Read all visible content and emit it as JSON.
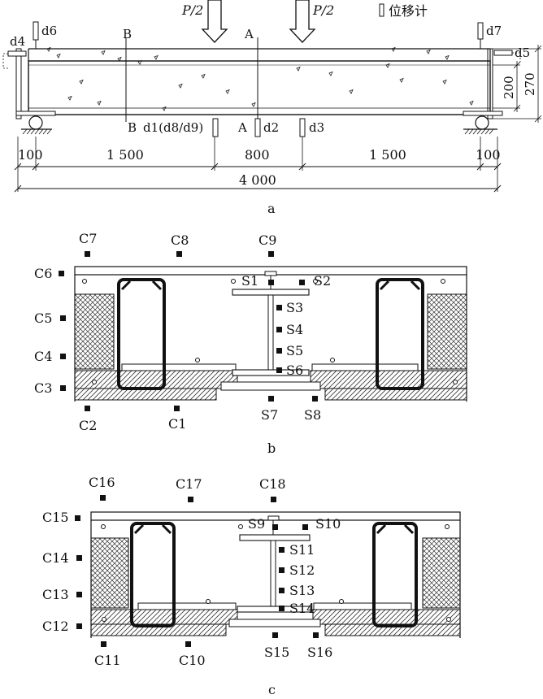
{
  "beam": {
    "loads": [
      "P/2",
      "P/2"
    ],
    "legend_label": "位移计",
    "gauges": [
      "d4",
      "d6",
      "d7",
      "d5",
      "d1(d8/d9)",
      "d2",
      "d3"
    ],
    "sections": [
      "B",
      "A",
      "B",
      "A"
    ],
    "heights": [
      "200",
      "270"
    ],
    "spans": [
      "100",
      "1 500",
      "800",
      "1 500",
      "100"
    ],
    "total": "4 000",
    "caption": "a"
  },
  "section_b": {
    "concrete_points": [
      "C1",
      "C2",
      "C3",
      "C4",
      "C5",
      "C6",
      "C7",
      "C8",
      "C9"
    ],
    "steel_points": [
      "S1",
      "S2",
      "S3",
      "S4",
      "S5",
      "S6",
      "S7",
      "S8"
    ],
    "caption": "b"
  },
  "section_c": {
    "concrete_points": [
      "C10",
      "C11",
      "C12",
      "C13",
      "C14",
      "C15",
      "C16",
      "C17",
      "C18"
    ],
    "steel_points": [
      "S9",
      "S10",
      "S11",
      "S12",
      "S13",
      "S14",
      "S15",
      "S16"
    ],
    "caption": "c"
  }
}
